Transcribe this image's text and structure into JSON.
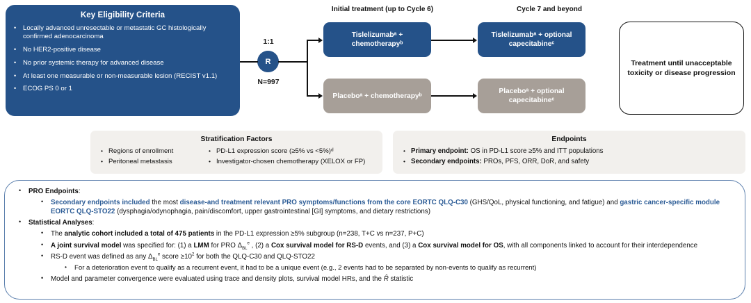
{
  "eligibility": {
    "title": "Key Eligibility Criteria",
    "items": [
      "Locally advanced unresectable or metastatic GC histologically confirmed adenocarcinoma",
      "No HER2-positive disease",
      "No prior systemic therapy for advanced disease",
      "At least one measurable or non-measurable lesion (RECIST v1.1)",
      "ECOG PS 0 or 1"
    ]
  },
  "randomization": {
    "ratio": "1:1",
    "node_label": "R",
    "n_label": "N=997"
  },
  "columns": {
    "initial": "Initial treatment (up to Cycle 6)",
    "cycle7": "Cycle 7 and beyond"
  },
  "arms": {
    "initial_treatment": "Tislelizumabᵃ + chemotherapyᵇ",
    "initial_placebo": "Placeboᵃ + chemotherapyᵇ",
    "cycle7_treatment": "Tislelizumabᵃ + optional capecitabineᶜ",
    "cycle7_placebo": "Placeboᵃ + optional capecitabineᶜ"
  },
  "outcome": {
    "text": "Treatment until unacceptable toxicity or disease progression"
  },
  "stratification": {
    "title": "Stratification Factors",
    "column1": [
      "Regions of enrollment",
      "Peritoneal metastasis"
    ],
    "column2": [
      "PD-L1 expression score (≥5% vs <5%)ᵈ",
      "Investigator-chosen chemotherapy (XELOX or FP)"
    ]
  },
  "endpoints": {
    "title": "Endpoints",
    "primary_label": "Primary endpoint:",
    "primary_text": " OS in PD-L1 score ≥5% and ITT populations",
    "secondary_label": "Secondary endpoints:",
    "secondary_text": " PROs, PFS, ORR, DoR, and safety"
  },
  "pro_panel": {
    "pro_endpoints_heading": "PRO Endpoints",
    "pro_endpoints_colon": ":",
    "secondary_line": {
      "seg1": "Secondary endpoints included",
      "seg2": " the most ",
      "seg3": "disease-and treatment relevant PRO symptoms/functions from the core EORTC QLQ-C30",
      "seg4": " (GHS/QoL, physical functioning, and fatigue) and ",
      "seg5": "gastric cancer-specific module EORTC QLQ-STO22",
      "seg6": " (dysphagia/odynophagia, pain/discomfort, upper gastrointestinal [GI] symptoms, and dietary restrictions)"
    },
    "statistical_heading": "Statistical Analyses",
    "statistical_colon": ":",
    "cohort_line": {
      "pre": "The ",
      "bold": "analytic cohort included a total of 475 patients",
      "post": " in the PD-L1 expression ≥5% subgroup (n=238, T+C vs n=237, P+C)"
    },
    "joint_model_line": {
      "b1": "A joint survival model",
      "t1": " was specified for: (1) a ",
      "b2": "LMM",
      "t2": " for PRO Δ",
      "sub1": "BL",
      "sup1": "e",
      "t3": " , (2) a ",
      "b3": "Cox survival model for RS-D",
      "t4": " events, and (3) a ",
      "b4": "Cox survival model for OS",
      "t5": ", with all components linked to account for their interdependence"
    },
    "rsd_line": {
      "t1": "RS-D event was defined as any Δ",
      "sub1": "BL",
      "sup1": "e",
      "t2": " score ≥10",
      "sup2": "2",
      "t3": " for both the QLQ-C30 and QLQ-STO22"
    },
    "deterioration_line": "For a deterioration event to qualify as a recurrent event, it had to be a unique event (e.g., 2 events had to be separated by non-events to qualify as recurrent)",
    "convergence_line": {
      "t1": "Model and parameter convergence were evaluated using trace and density plots, survival model HRs, and the ",
      "rhat": "R̂",
      "t2": " statistic"
    }
  },
  "colors": {
    "brand_blue": "#255289",
    "placebo_gray": "#a79f98",
    "band_bg": "#f2f0ed",
    "panel_border": "#5b7fad",
    "pro_text_blue": "#2c5c96"
  }
}
